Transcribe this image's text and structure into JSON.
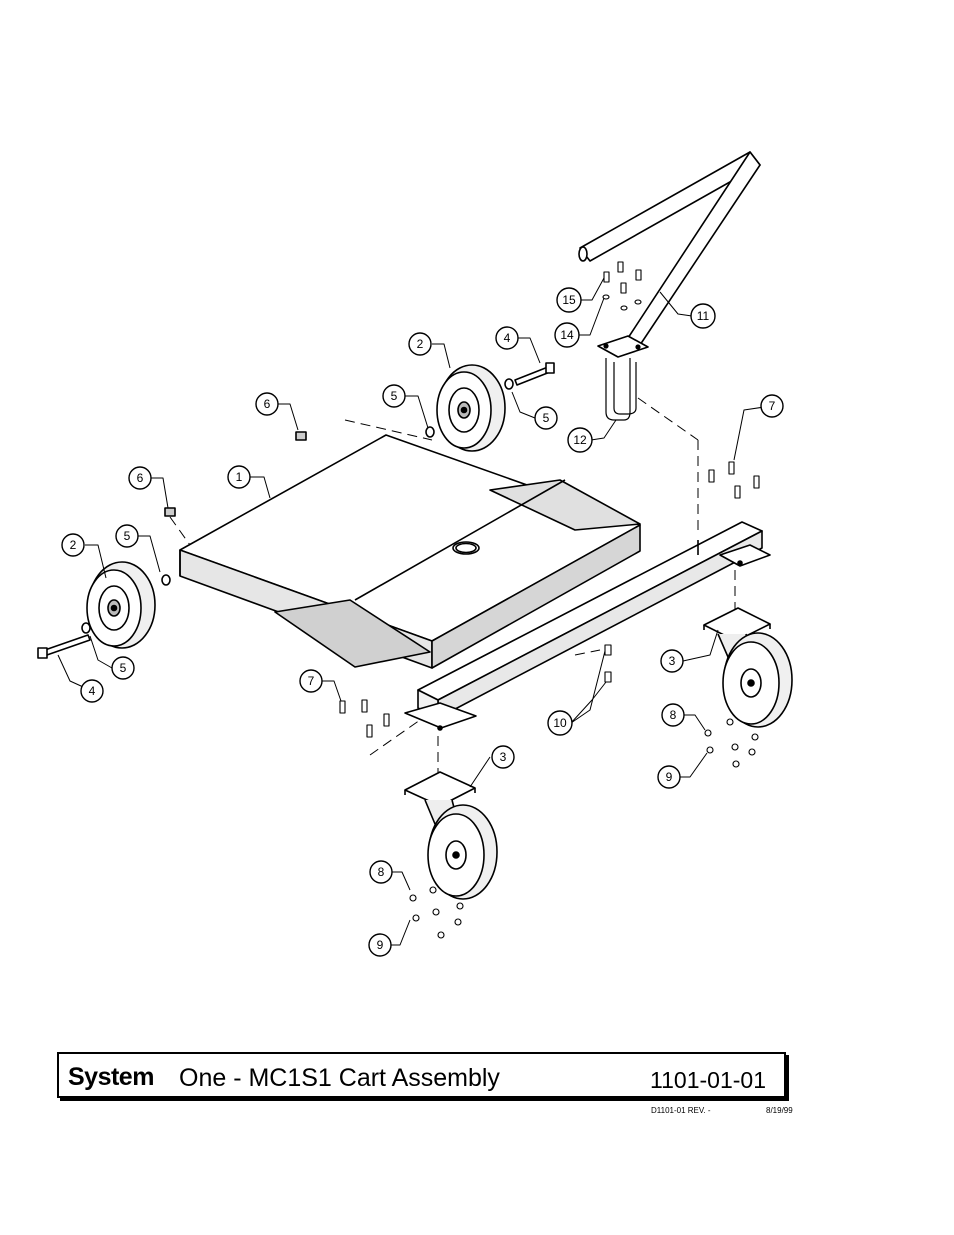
{
  "title_block": {
    "brand_bold": "System",
    "title_rest": "One - MC1S1 Cart Assembly",
    "part_number": "1101-01-01"
  },
  "revision": {
    "doc_number": "D1101-01 REV. -",
    "date": "8/19/99"
  },
  "callouts": [
    "1",
    "2",
    "2",
    "3",
    "3",
    "4",
    "4",
    "5",
    "5",
    "5",
    "5",
    "6",
    "6",
    "7",
    "7",
    "8",
    "8",
    "9",
    "9",
    "10",
    "11",
    "12",
    "14",
    "15"
  ]
}
